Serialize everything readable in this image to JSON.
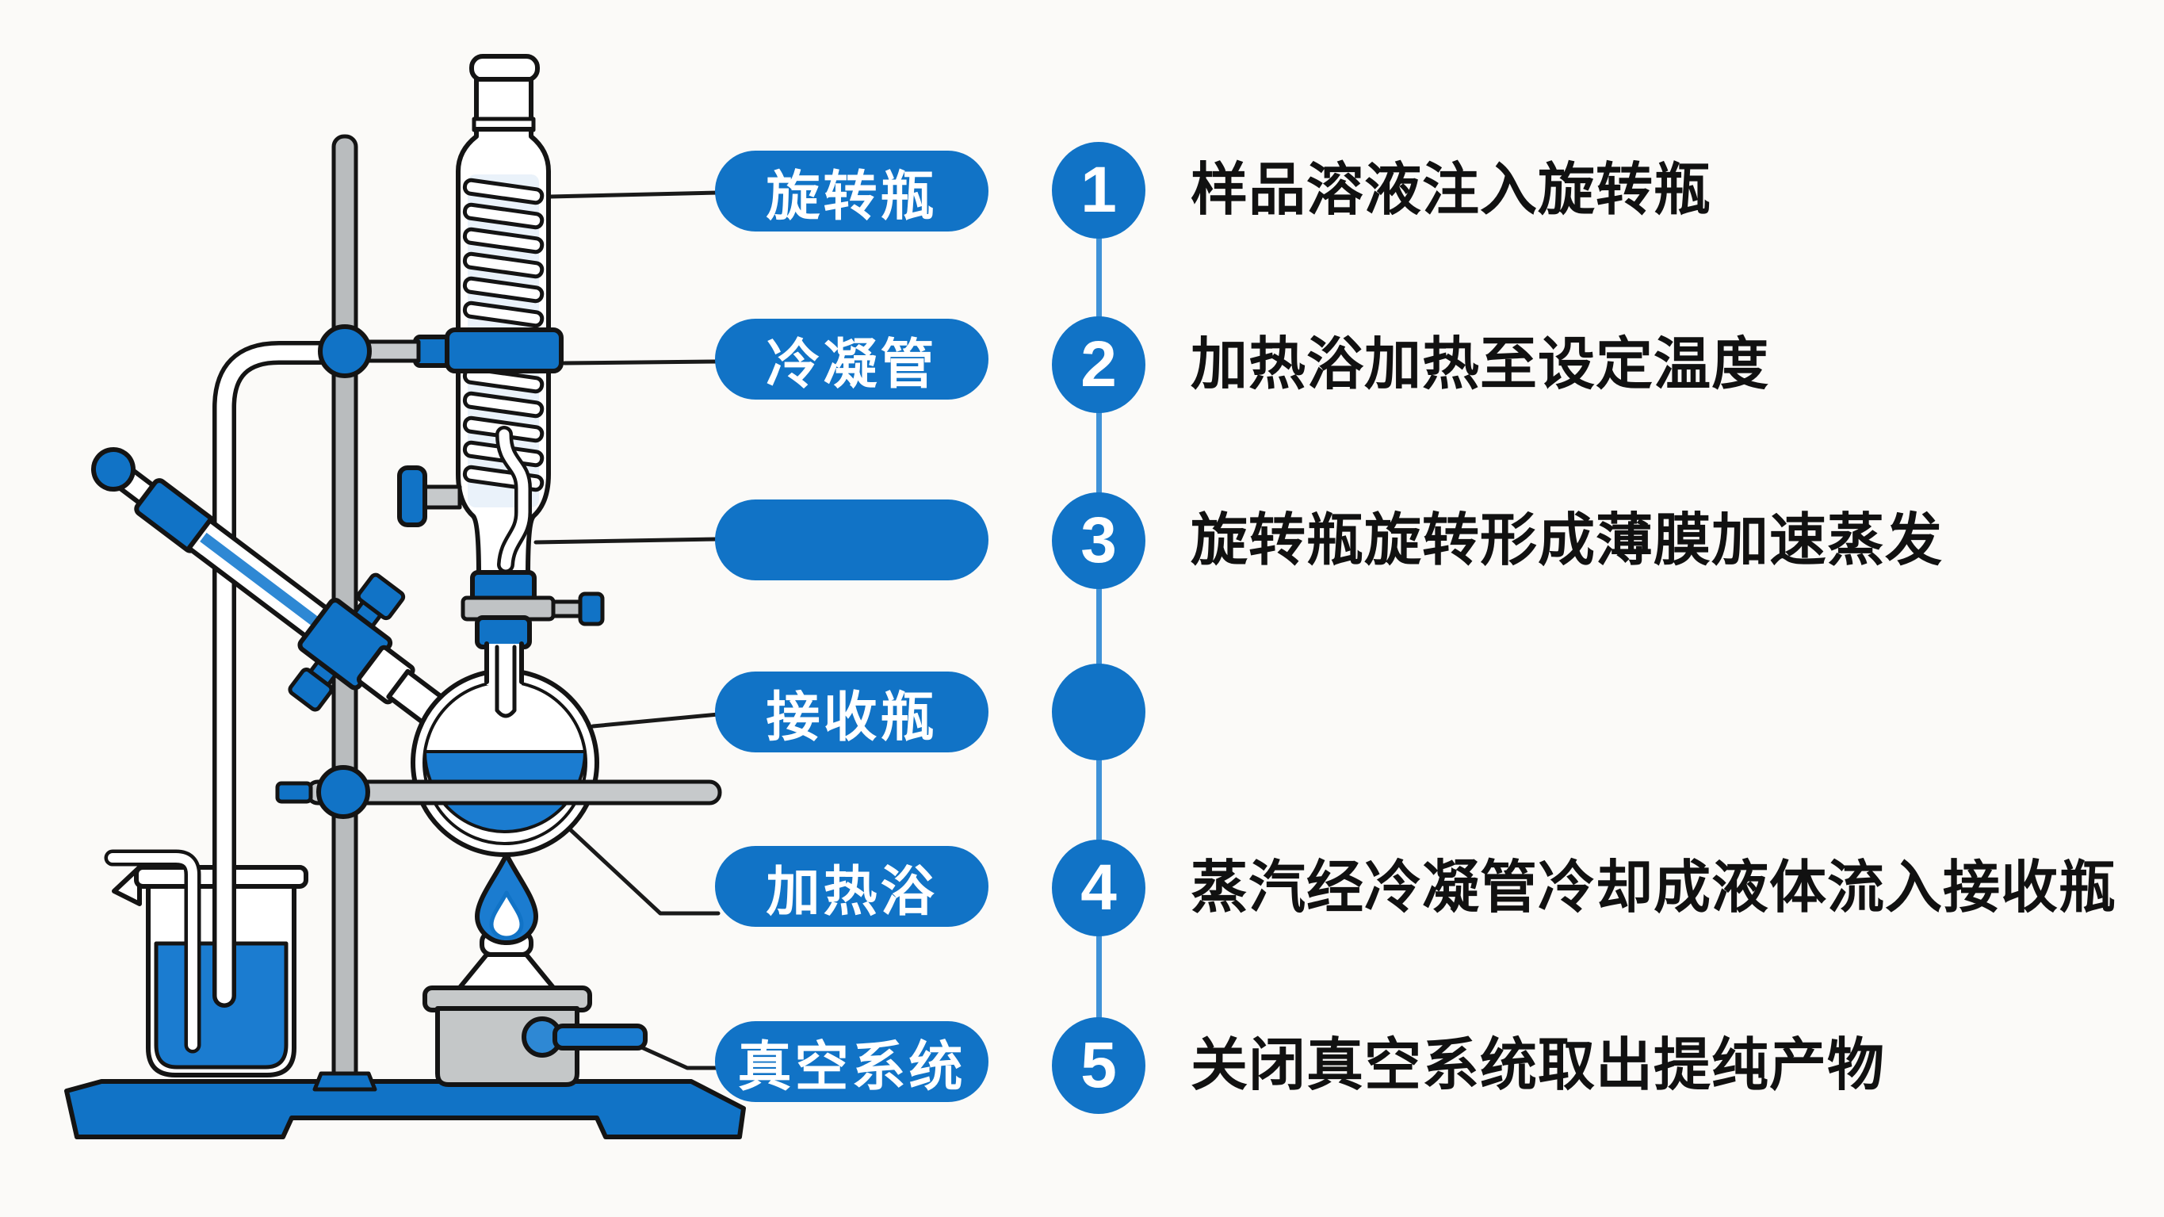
{
  "diagram": {
    "subject": "rotary-evaporator-process",
    "apparatus_parts": [
      "condenser-column",
      "condenser-coil",
      "condenser-cap",
      "stopcock-valve",
      "rotary-drive-tube",
      "stand-rod",
      "stand-base",
      "clamp-knob",
      "clamp-bar",
      "receiving-flask",
      "flask-liquid",
      "alcohol-burner",
      "burner-flame",
      "vacuum-nozzle",
      "vacuum-tube",
      "beaker",
      "beaker-liquid"
    ]
  },
  "colors": {
    "primary_blue": "#1173c6",
    "accent_blue": "#2e88d4",
    "liquid_blue": "#1b7cd0",
    "timeline_blue": "#3f92d8",
    "metal_grey": "#b9bcbe",
    "bar_grey": "#c6c9cb",
    "pot_grey": "#c4c7c8",
    "outline_ink": "#141414",
    "glass_tint": "#eaf2fa",
    "background": "#fbfaf8"
  },
  "rows": [
    {
      "label": "旋转瓶",
      "number": "1",
      "step": "样品溶液注入旋转瓶"
    },
    {
      "label": "冷凝管",
      "number": "2",
      "step": "加热浴加热至设定温度"
    },
    {
      "label": "",
      "number": "3",
      "step": "旋转瓶旋转形成薄膜加速蒸发"
    },
    {
      "label": "接收瓶",
      "number": "",
      "step": ""
    },
    {
      "label": "加热浴",
      "number": "4",
      "step": "蒸汽经冷凝管冷却成液体流入接收瓶"
    },
    {
      "label": "真空系统",
      "number": "5",
      "step": "关闭真空系统取出提纯产物"
    }
  ]
}
